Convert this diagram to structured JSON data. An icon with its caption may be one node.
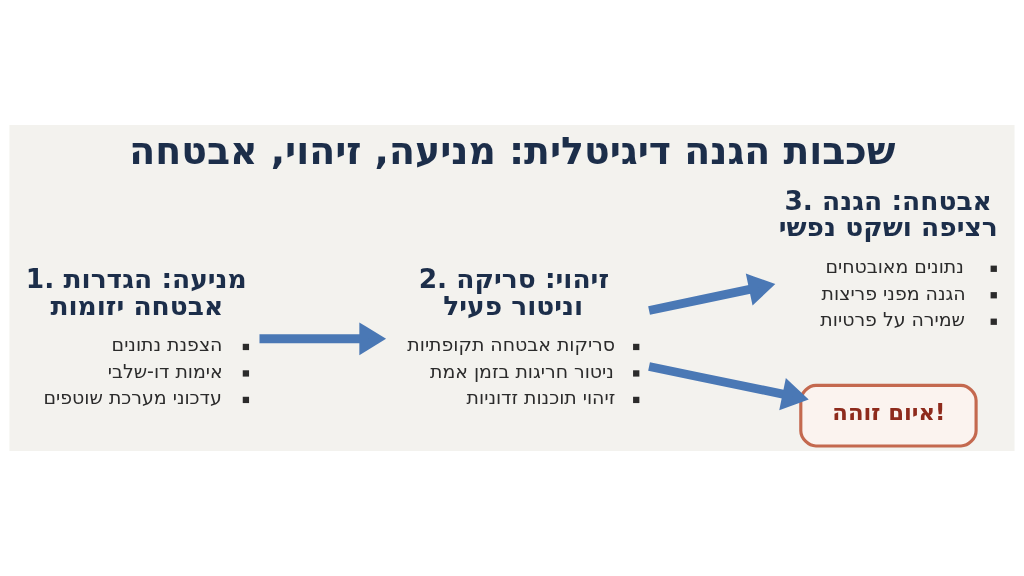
{
  "diagram": {
    "title": "שכבות הגנה דיגיטלית: מניעה, זיהוי, אבטחה",
    "nodes": [
      {
        "text": [
          "1. מניעה: הגדרות אבטחה יזומות",
          "הצפנת נתונים",
          "אימות דו-שלבי",
          "עדכוני מערכת שוטפים"
        ]
      },
      {
        "text": [
          "2. זיהוי: סריקה וניטור פעיל",
          "סריקות אבטחה תקופתיות",
          "ניטור חריגות בזמן אמת",
          "זיהוי תוכנות זדוניות"
        ]
      },
      {
        "text": [
          "3. אבטחה: הגנה רציפה ושקט נפשי",
          "נתונים מאובטחים",
          "הגנה מפני פריצות",
          "שמירה על פרטיות"
        ]
      },
      {
        "text": [
          "איום זוהה!"
        ]
      }
    ],
    "edges": [
      {
        "from": 0,
        "to": 1,
        "arrow": "to"
      },
      {
        "from": 1,
        "to": 2,
        "arrow": "to"
      },
      {
        "from": 1,
        "to": 3,
        "arrow": "to"
      }
    ]
  }
}
